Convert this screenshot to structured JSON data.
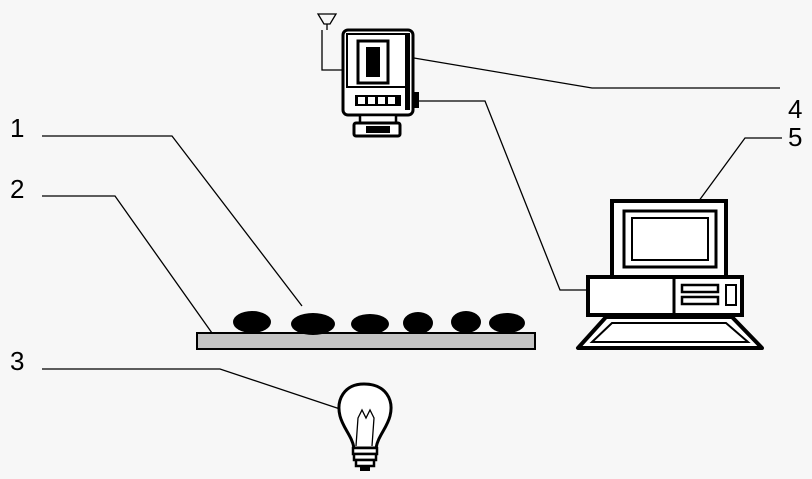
{
  "labels": {
    "l1": "1",
    "l2": "2",
    "l3": "3",
    "l4": "4",
    "l5": "5"
  },
  "colors": {
    "ink": "#000000",
    "background": "#f7f7f7",
    "tray": "#c4c4c4"
  },
  "icons": {
    "camera": "camera-icon",
    "computer": "computer-icon",
    "light": "light-bulb-icon"
  }
}
